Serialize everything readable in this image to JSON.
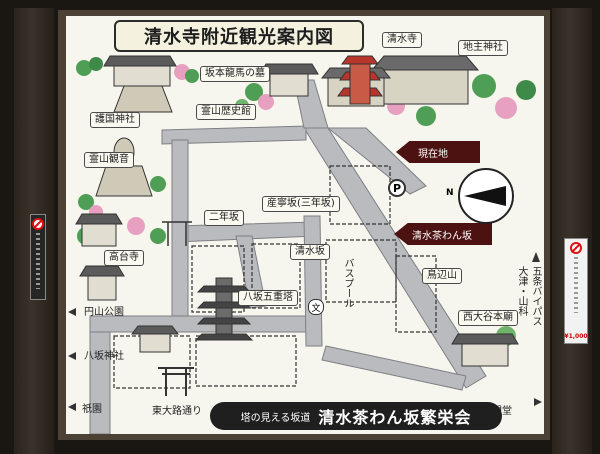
{
  "title": "清水寺附近観光案内図",
  "places": {
    "kiyomizu_dera": "清水寺",
    "jishu_jinja": "地主神社",
    "shoshidai_gate": "坂本龍馬の墓",
    "ryozen_rekishikan": "霊山歴史館",
    "gokoku_jinja": "護国神社",
    "ryozen_kannon": "霊山観音",
    "kodaiji": "高台寺",
    "ninenzaka": "二年坂",
    "sannenzaka": "産寧坂(三年坂)",
    "kiyomizu_zaka": "清水坂",
    "yasaka_pagoda": "八坂五重塔",
    "toribeyama": "鳥辺山",
    "nishi_otani": "西大谷本廟",
    "maruyama_park": "円山公園",
    "yasaka_jinja": "八坂神社",
    "gion": "祇園",
    "higashioji": "東大路通り",
    "sanjusangendo": "三十三間堂",
    "bus_pool": "バスプール",
    "otsu_yamashina": "大津・山科",
    "gojo_bypass": "五条バイパス"
  },
  "markers": {
    "current_location": "現在地",
    "chawanzaka": "清水茶わん坂",
    "parking": "P",
    "north": "N",
    "school": "文"
  },
  "footer": {
    "sub": "塔の見える坂道",
    "main": "清水茶わん坂繁栄会"
  },
  "signs": {
    "fee": "¥1,000"
  },
  "colors": {
    "background": "#f7f6ee",
    "road": "#b9bbbf",
    "arrow": "#4c1212",
    "tree_green": "#4f9e55",
    "blossom": "#e8a0c0"
  }
}
